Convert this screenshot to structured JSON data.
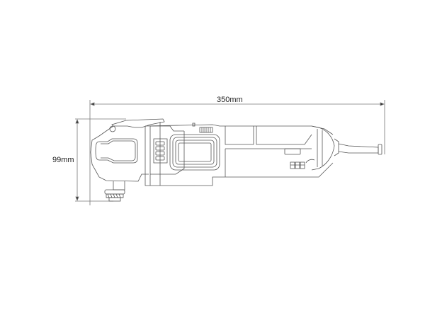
{
  "diagram": {
    "subject": "oscillating multi-tool side view line drawing",
    "dimensions": {
      "length_label": "350mm",
      "height_label": "99mm"
    },
    "colors": {
      "line": "#555555",
      "dim_line": "#666666",
      "background": "#ffffff"
    }
  }
}
